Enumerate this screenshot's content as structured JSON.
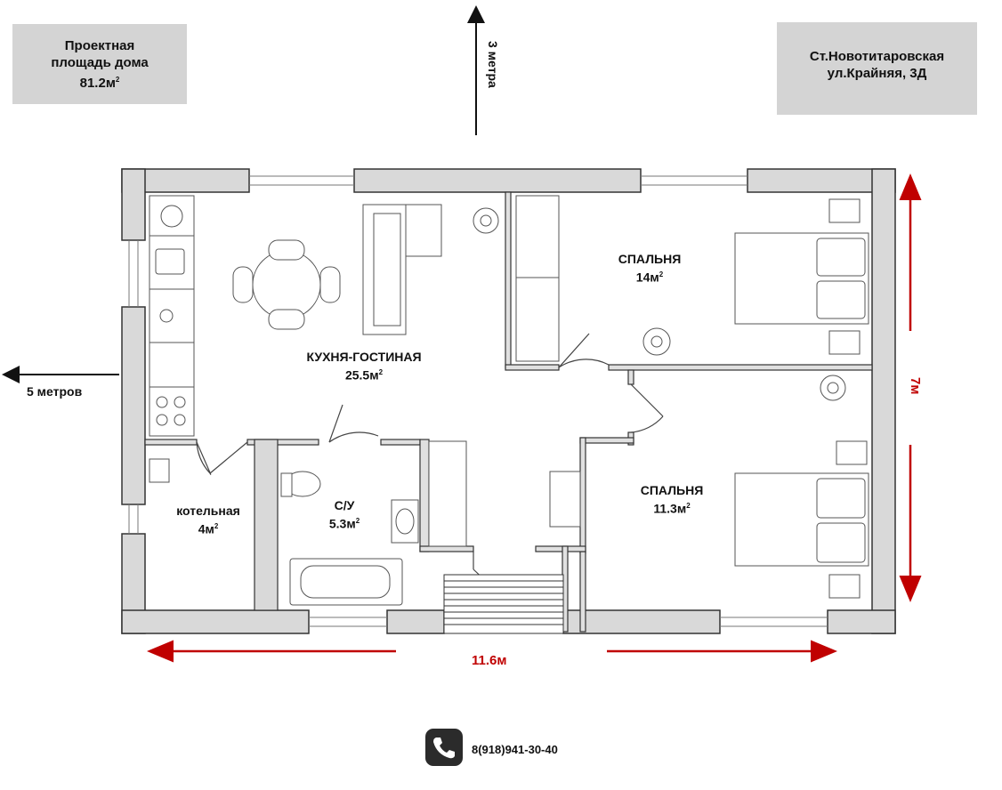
{
  "info": {
    "area_line1": "Проектная",
    "area_line2": "площадь дома",
    "area_value": "81.2м",
    "area_sup": "2",
    "addr_line1": "Ст.Новотитаровская",
    "addr_line2": "ул.Крайняя, 3Д"
  },
  "rooms": {
    "kitchen": {
      "name": "КУХНЯ-ГОСТИНАЯ",
      "area": "25.5м",
      "sup": "2"
    },
    "bedroom1": {
      "name": "СПАЛЬНЯ",
      "area": "14м",
      "sup": "2"
    },
    "bedroom2": {
      "name": "СПАЛЬНЯ",
      "area": "11.3м",
      "sup": "2"
    },
    "boiler": {
      "name": "котельная",
      "area": "4м",
      "sup": "2"
    },
    "bath": {
      "name": "С/У",
      "area": "5.3м",
      "sup": "2"
    }
  },
  "dimensions": {
    "north": "3 метра",
    "west": "5 метров",
    "width": "11.6м",
    "depth": "7м"
  },
  "contact": {
    "phone": "8(918)941-30-40"
  },
  "icons": [
    "phone-icon"
  ],
  "colors": {
    "wall": "#d9d9d9",
    "dimension": "#c00000",
    "box": "#d4d4d4"
  }
}
